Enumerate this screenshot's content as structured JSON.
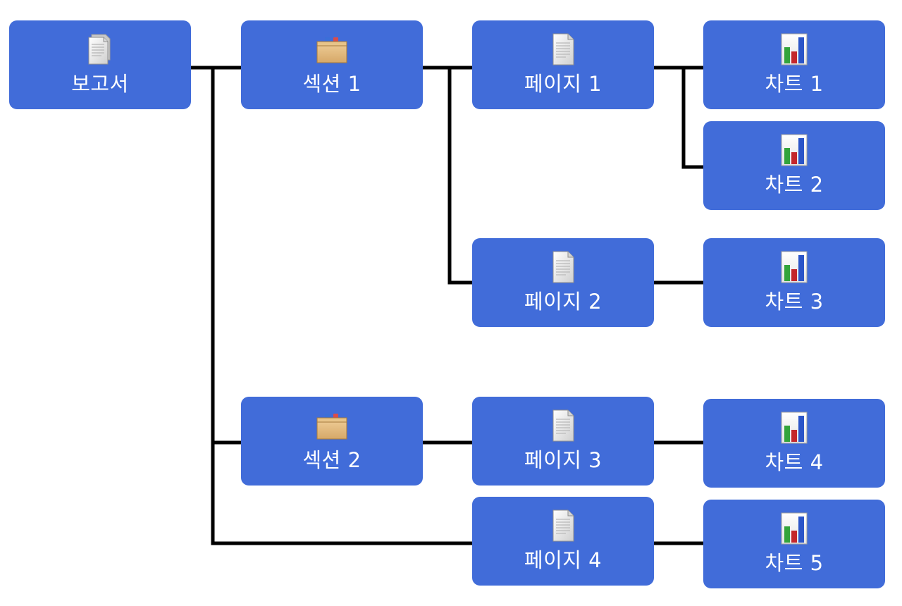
{
  "diagram": {
    "type": "hierarchy-tree",
    "colors": {
      "node_fill": "#416cd9",
      "node_text": "#ffffff",
      "connector": "#000000",
      "background": "#ffffff"
    },
    "nodes": [
      {
        "id": "report",
        "label": "보고서",
        "icon": "document-stack-icon"
      },
      {
        "id": "section1",
        "label": "섹션 1",
        "icon": "folder-icon"
      },
      {
        "id": "page1",
        "label": "페이지 1",
        "icon": "page-icon"
      },
      {
        "id": "chart1",
        "label": "차트 1",
        "icon": "bar-chart-icon"
      },
      {
        "id": "chart2",
        "label": "차트 2",
        "icon": "bar-chart-icon"
      },
      {
        "id": "page2",
        "label": "페이지 2",
        "icon": "page-icon"
      },
      {
        "id": "chart3",
        "label": "차트 3",
        "icon": "bar-chart-icon"
      },
      {
        "id": "section2",
        "label": "섹션 2",
        "icon": "folder-icon"
      },
      {
        "id": "page3",
        "label": "페이지 3",
        "icon": "page-icon"
      },
      {
        "id": "chart4",
        "label": "차트 4",
        "icon": "bar-chart-icon"
      },
      {
        "id": "page4",
        "label": "페이지 4",
        "icon": "page-icon"
      },
      {
        "id": "chart5",
        "label": "차트 5",
        "icon": "bar-chart-icon"
      }
    ],
    "edges": [
      [
        "report",
        "section1"
      ],
      [
        "report",
        "section2"
      ],
      [
        "report",
        "page4"
      ],
      [
        "section1",
        "page1"
      ],
      [
        "section1",
        "page2"
      ],
      [
        "page1",
        "chart1"
      ],
      [
        "page1",
        "chart2"
      ],
      [
        "page2",
        "chart3"
      ],
      [
        "section2",
        "page3"
      ],
      [
        "page3",
        "chart4"
      ],
      [
        "page4",
        "chart5"
      ]
    ]
  }
}
